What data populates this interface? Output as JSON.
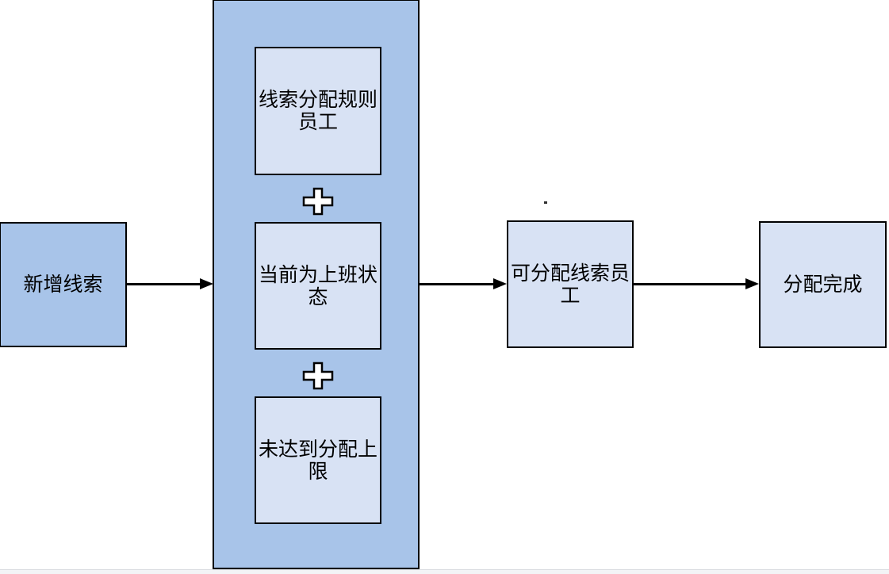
{
  "diagram": {
    "title": "lead-assignment-flowchart",
    "start": {
      "label": "新增线索"
    },
    "criteria_group": {
      "operator_icon": "plus-icon",
      "items": [
        {
          "label": "线索分配规则\n员工"
        },
        {
          "label": "当前为上班状\n态"
        },
        {
          "label": "未达到分配上\n限"
        }
      ]
    },
    "result": {
      "label": "可分配线索员\n工"
    },
    "end": {
      "label": "分配完成"
    },
    "stray_mark": "."
  },
  "colors": {
    "node_fill_medium": "#a8c4e9",
    "node_fill_light": "#d8e2f4",
    "border": "#000000",
    "arrow": "#000000",
    "background": "#ffffff",
    "bottom_strip": "#f3f4f6"
  }
}
